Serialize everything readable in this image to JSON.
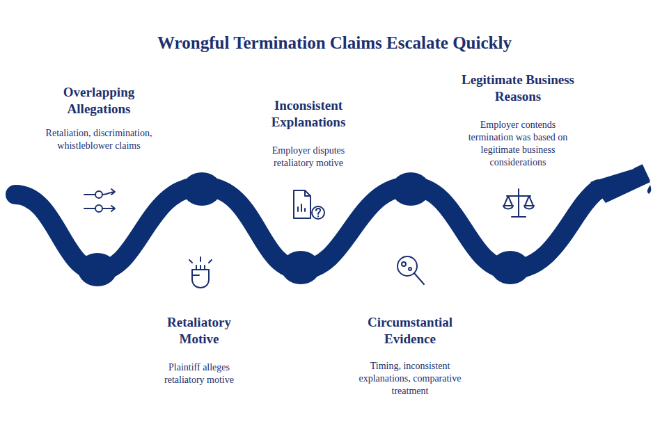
{
  "diagram": {
    "title": "Wrongful Termination Claims Escalate Quickly",
    "labels": [
      "Overlapping Allegations",
      "Retaliation, discrimination, whistleblower claims",
      "Retaliatory Motive",
      "Plaintiff alleges retaliatory motive",
      "Inconsistent Explanations",
      "Employer disputes retaliatory motive",
      "Circumstantial Evidence",
      "Timing, inconsistent explanations, comparative treatment",
      "Legitimate Business Reasons",
      "Employer contends termination was based on legitimate business considerations"
    ]
  }
}
